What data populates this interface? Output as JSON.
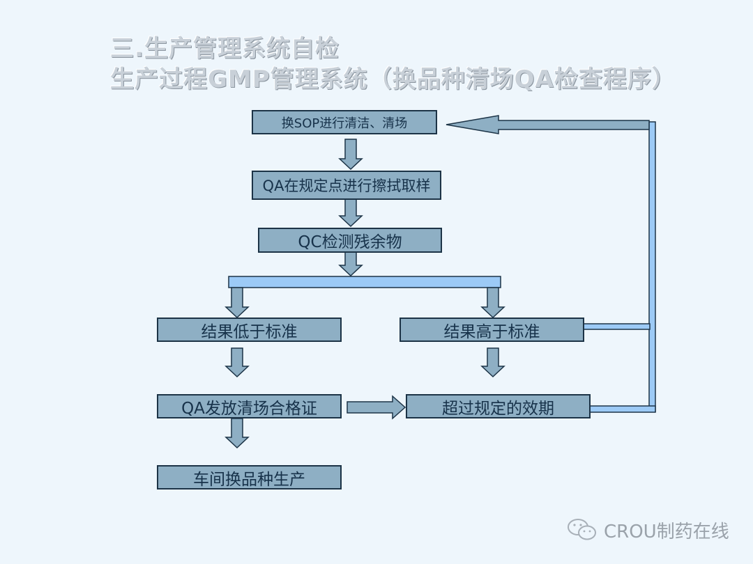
{
  "title": {
    "line1": "三.生产管理系统自检",
    "line2": "生产过程GMP管理系统（换品种清场QA检查程序）"
  },
  "flowchart": {
    "nodes": {
      "clean": "换SOP进行清洁、清场",
      "sample": "QA在规定点进行擦拭取样",
      "test": "QC检测残余物",
      "below": "结果低于标准",
      "above": "结果高于标准",
      "certificate": "QA发放清场合格证",
      "expired": "超过规定的效期",
      "production": "车间换品种生产"
    },
    "edges": [
      {
        "from": "clean",
        "to": "sample"
      },
      {
        "from": "sample",
        "to": "test"
      },
      {
        "from": "test",
        "to": "below"
      },
      {
        "from": "test",
        "to": "above"
      },
      {
        "from": "below",
        "to": "certificate"
      },
      {
        "from": "above",
        "to": "expired"
      },
      {
        "from": "certificate",
        "to": "expired"
      },
      {
        "from": "certificate",
        "to": "production"
      },
      {
        "from": "above",
        "to": "clean"
      },
      {
        "from": "expired",
        "to": "clean"
      }
    ]
  },
  "colors": {
    "box_fill": "#8eafc4",
    "box_border": "#1c3346",
    "connector_fill": "#9ccaf6",
    "background": "#eef6fc"
  },
  "watermark": {
    "icon": "wechat-icon",
    "text": "CROU制药在线"
  }
}
